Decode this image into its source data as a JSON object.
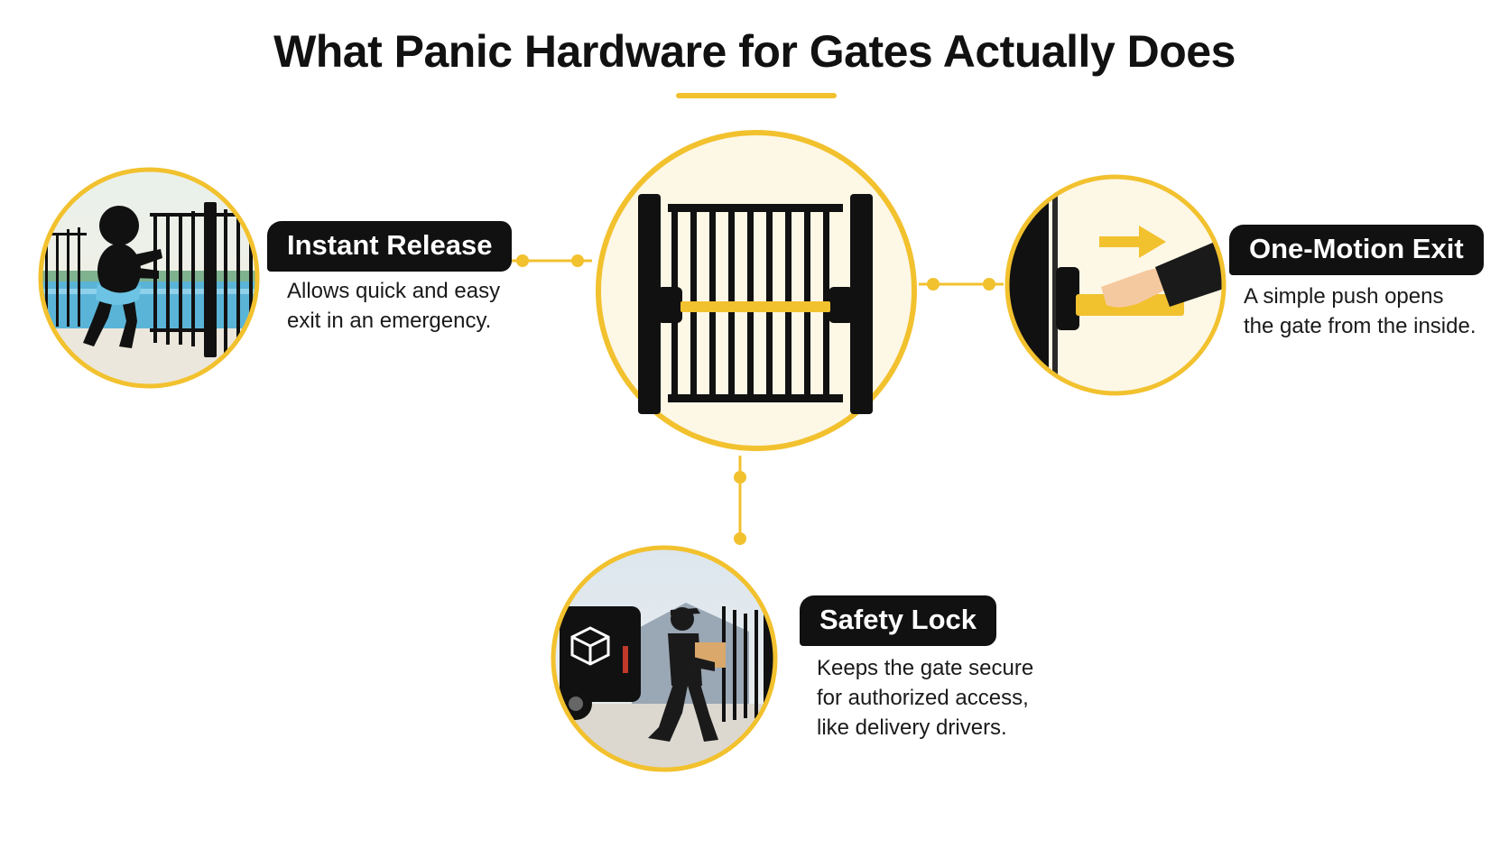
{
  "title": "What Panic Hardware for Gates Actually Does",
  "colors": {
    "accent": "#f2c12e",
    "dark": "#111111",
    "circle_fill": "#fdf7e6"
  },
  "features": {
    "instant_release": {
      "label": "Instant Release",
      "desc_lines": [
        "Allows quick and easy",
        "exit in an emergency."
      ],
      "image": "child-at-pool-gate"
    },
    "one_motion_exit": {
      "label": "One-Motion Exit",
      "desc_lines": [
        "A simple push opens",
        "the gate from the inside."
      ],
      "image": "hand-pushing-panic-bar"
    },
    "safety_lock": {
      "label": "Safety Lock",
      "desc_lines": [
        "Keeps the gate secure",
        "for authorized access,",
        "like delivery drivers."
      ],
      "image": "delivery-driver-at-gate"
    },
    "center": {
      "image": "gate-with-panic-bar"
    }
  }
}
